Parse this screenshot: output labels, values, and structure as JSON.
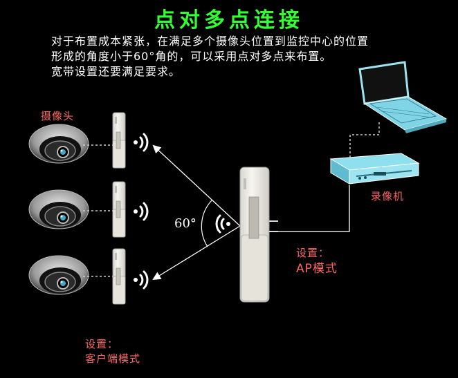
{
  "title": "点对多点连接",
  "intro": {
    "line1": "对于布置成本紧张，在满足多个摄像头位置到监控中心的位置",
    "line2": "形成的角度小于60°角的，可以采用点对多点来布置。",
    "line3": "宽带设置还要满足要求。"
  },
  "labels": {
    "camera": "摄像头",
    "recorder": "录像机",
    "ap_setting_line1": "设置：",
    "ap_setting_line2": "AP模式",
    "client_setting_line1": "设置：",
    "client_setting_line2": "客户端模式",
    "angle": "60°"
  },
  "colors": {
    "title": "#33ff33",
    "red_label": "#ff6666",
    "device_body": "#f2f0ea",
    "laptop": "#7fd4e6",
    "recorder": "#7fd4e6",
    "wire": "#e0e0e0"
  },
  "icons": {
    "camera": "dome-camera-icon",
    "cpe": "cpe-device-icon",
    "ap": "ap-device-icon",
    "wifi": "wifi-signal-icon",
    "laptop": "laptop-icon",
    "recorder": "nvr-recorder-icon"
  }
}
